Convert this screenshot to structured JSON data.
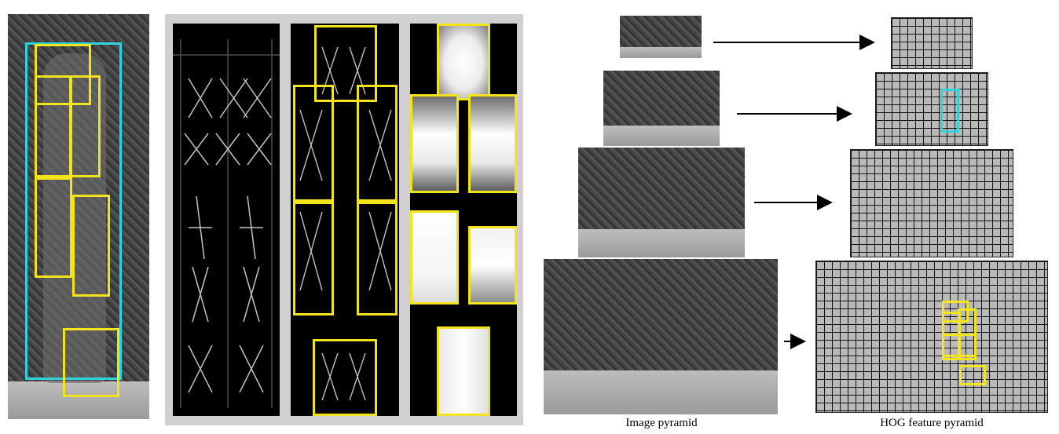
{
  "figure": {
    "captions": {
      "image_pyramid": "Image pyramid",
      "hog_pyramid": "HOG feature pyramid"
    },
    "colors": {
      "root_box": "#2fd3de",
      "part_box": "#f2e31b",
      "grid_fill": "#b9b9b9",
      "arrow": "#000000"
    },
    "pyramid_levels": 4
  }
}
